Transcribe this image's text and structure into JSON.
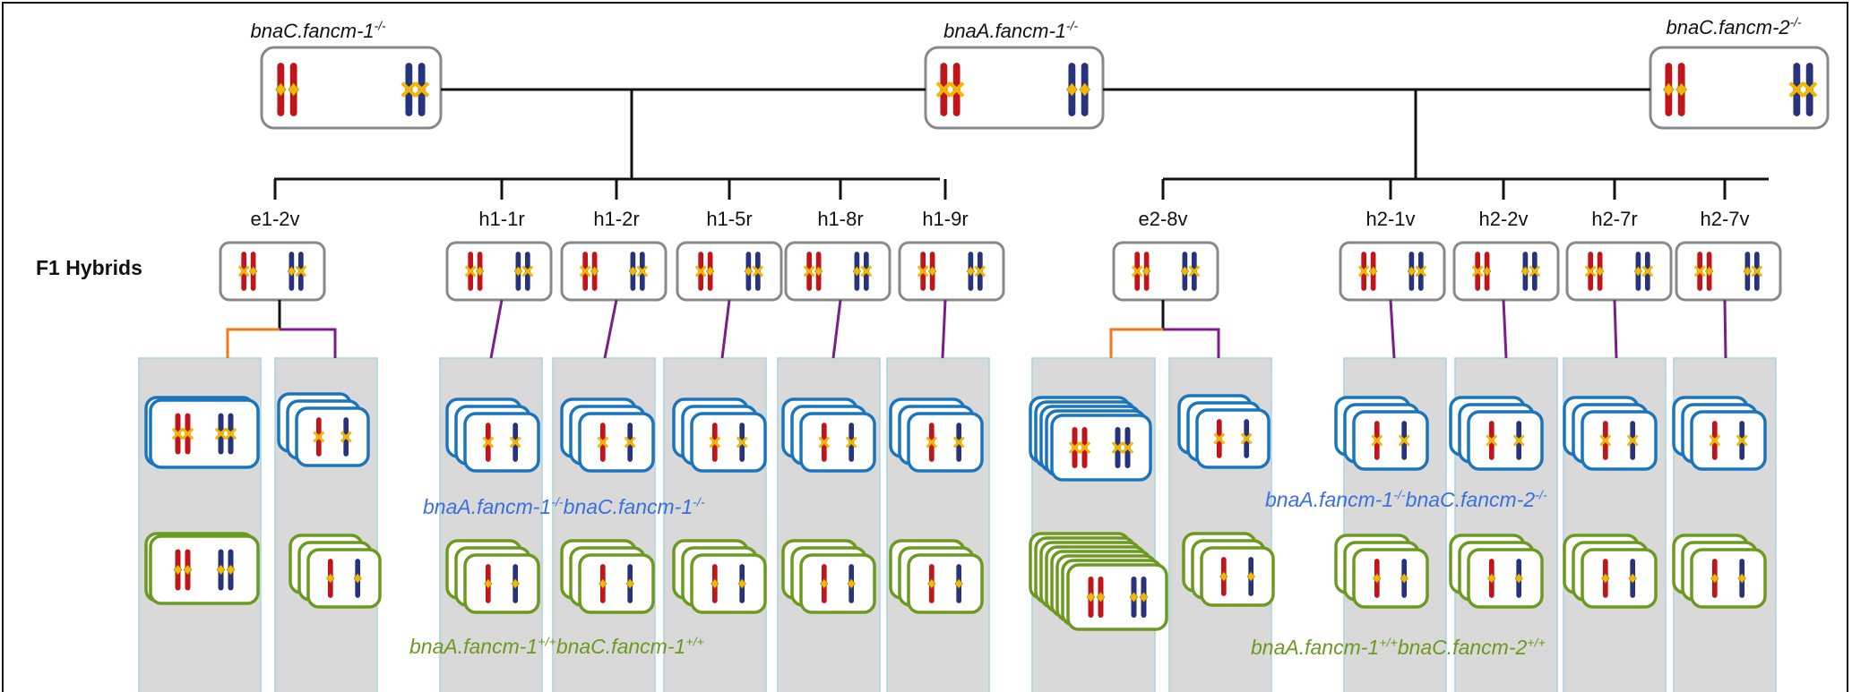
{
  "parents": [
    {
      "name": "bnaC.fancm-1",
      "sup": "-/-"
    },
    {
      "name": "bnaA.fancm-1",
      "sup": "-/-"
    },
    {
      "name": "bnaC.fancm-2",
      "sup": "-/-"
    }
  ],
  "row_label": "F1 Hybrids",
  "hybrids": [
    {
      "label": "e1-2v"
    },
    {
      "label": "h1-1r"
    },
    {
      "label": "h1-2r"
    },
    {
      "label": "h1-5r"
    },
    {
      "label": "h1-8r"
    },
    {
      "label": "h1-9r"
    },
    {
      "label": "e2-8v"
    },
    {
      "label": "h2-1v"
    },
    {
      "label": "h2-2v"
    },
    {
      "label": "h2-7r"
    },
    {
      "label": "h2-7v"
    }
  ],
  "genotype_labels": [
    {
      "text": "bnaA.fancm-1",
      "sup": "-/-",
      "text2": "bnaC.fancm-1",
      "sup2": "-/-"
    },
    {
      "text": "bnaA.fancm-1",
      "sup": "+/+",
      "text2": "bnaC.fancm-1",
      "sup2": "+/+"
    },
    {
      "text": "bnaA.fancm-1",
      "sup": "-/-",
      "text2": "bnaC.fancm-2",
      "sup2": "-/-"
    },
    {
      "text": "bnaA.fancm-1",
      "sup": "+/+",
      "text2": "bnaC.fancm-2",
      "sup2": "+/+"
    }
  ],
  "colors": {
    "mutant_box": "#1b75bc",
    "wildtype_box": "#6a9a1f",
    "mutant_text": "#3a6fe0",
    "wildtype_text": "#6a9a1f",
    "branch_orange": "#f07a1a",
    "branch_purple": "#7b1d8a",
    "column_bg": "#d9d9d9",
    "column_border": "#a8d4df",
    "red_chrom": "#c0161b",
    "blue_chrom": "#27337a"
  }
}
